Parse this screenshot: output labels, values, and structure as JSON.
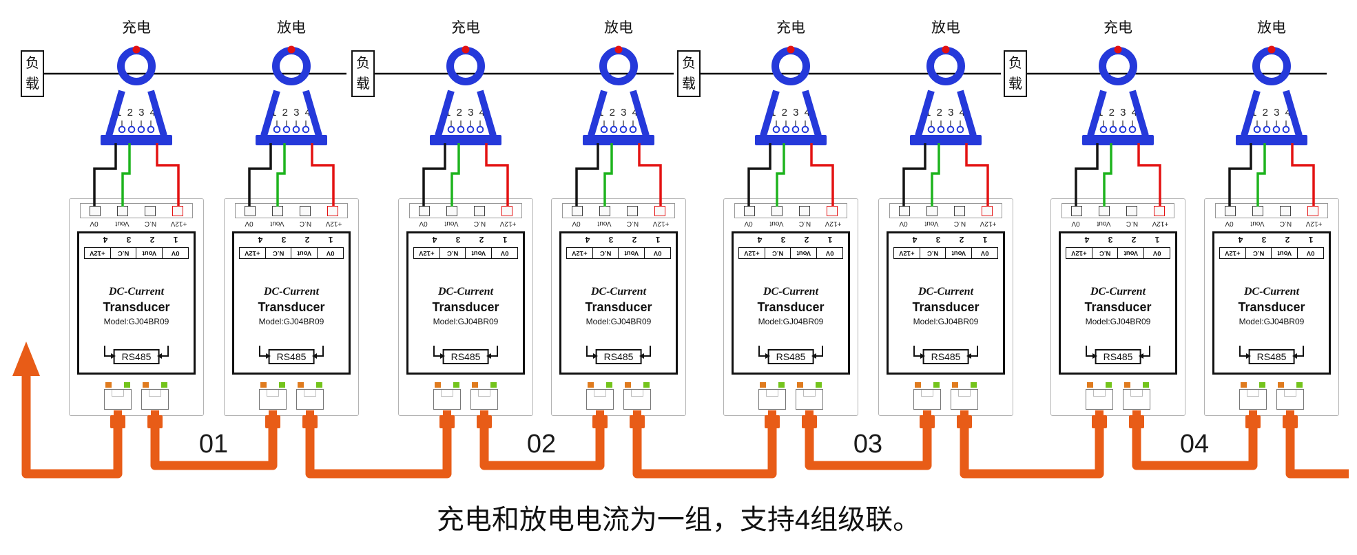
{
  "caption": "充电和放电电流为一组，支持4组级联。",
  "groups": [
    {
      "id": "01",
      "load_label": "负载"
    },
    {
      "id": "02",
      "load_label": "负载"
    },
    {
      "id": "03",
      "load_label": "负载"
    },
    {
      "id": "04",
      "load_label": "负载"
    }
  ],
  "units": [
    {
      "ct_label": "充电"
    },
    {
      "ct_label": "放电"
    },
    {
      "ct_label": "充电"
    },
    {
      "ct_label": "放电"
    },
    {
      "ct_label": "充电"
    },
    {
      "ct_label": "放电"
    },
    {
      "ct_label": "充电"
    },
    {
      "ct_label": "放电"
    }
  ],
  "module": {
    "pin_numbers": "1 2 3 4",
    "terminals": [
      "0V",
      "Vout",
      "N.C",
      "+12V"
    ],
    "title_line1": "DC-Current",
    "title_line2": "Transducer",
    "model": "Model:GJ04BR09",
    "bus_label": "RS485"
  },
  "colors": {
    "ring_blue": "#2539da",
    "cable_orange": "#e85c17",
    "wire_red": "#e31212",
    "wire_green": "#1db31d",
    "wire_black": "#141414",
    "led_orange": "#e07b1e",
    "led_green": "#74c41c"
  }
}
